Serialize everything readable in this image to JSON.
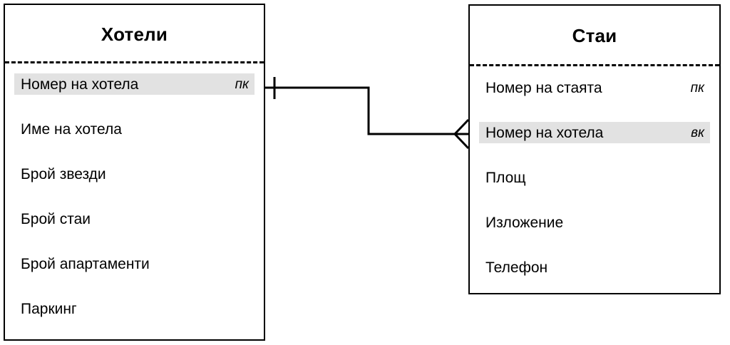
{
  "diagram": {
    "title": "",
    "notation": "crow's foot",
    "colors": {
      "stroke": "#000000",
      "background": "#ffffff",
      "key_row_highlight": "#e2e2e2"
    },
    "entities": [
      {
        "id": "hotels",
        "name": "Хотели",
        "attributes": [
          {
            "name": "Номер на хотела",
            "key": "пк",
            "highlighted": true
          },
          {
            "name": "Име на хотела",
            "key": "",
            "highlighted": false
          },
          {
            "name": "Брой звезди",
            "key": "",
            "highlighted": false
          },
          {
            "name": "Брой стаи",
            "key": "",
            "highlighted": false
          },
          {
            "name": "Брой апартаменти",
            "key": "",
            "highlighted": false
          },
          {
            "name": "Паркинг",
            "key": "",
            "highlighted": false
          }
        ]
      },
      {
        "id": "rooms",
        "name": "Стаи",
        "attributes": [
          {
            "name": "Номер на стаята",
            "key": "пк",
            "highlighted": false
          },
          {
            "name": "Номер на хотела",
            "key": "вк",
            "highlighted": true
          },
          {
            "name": "Площ",
            "key": "",
            "highlighted": false
          },
          {
            "name": "Изложение",
            "key": "",
            "highlighted": false
          },
          {
            "name": "Телефон",
            "key": "",
            "highlighted": false
          }
        ]
      }
    ],
    "relationship": {
      "from_entity": "Хотели",
      "from_attribute": "Номер на хотела",
      "from_cardinality": "one",
      "to_entity": "Стаи",
      "to_attribute": "Номер на хотела",
      "to_cardinality": "many"
    }
  }
}
